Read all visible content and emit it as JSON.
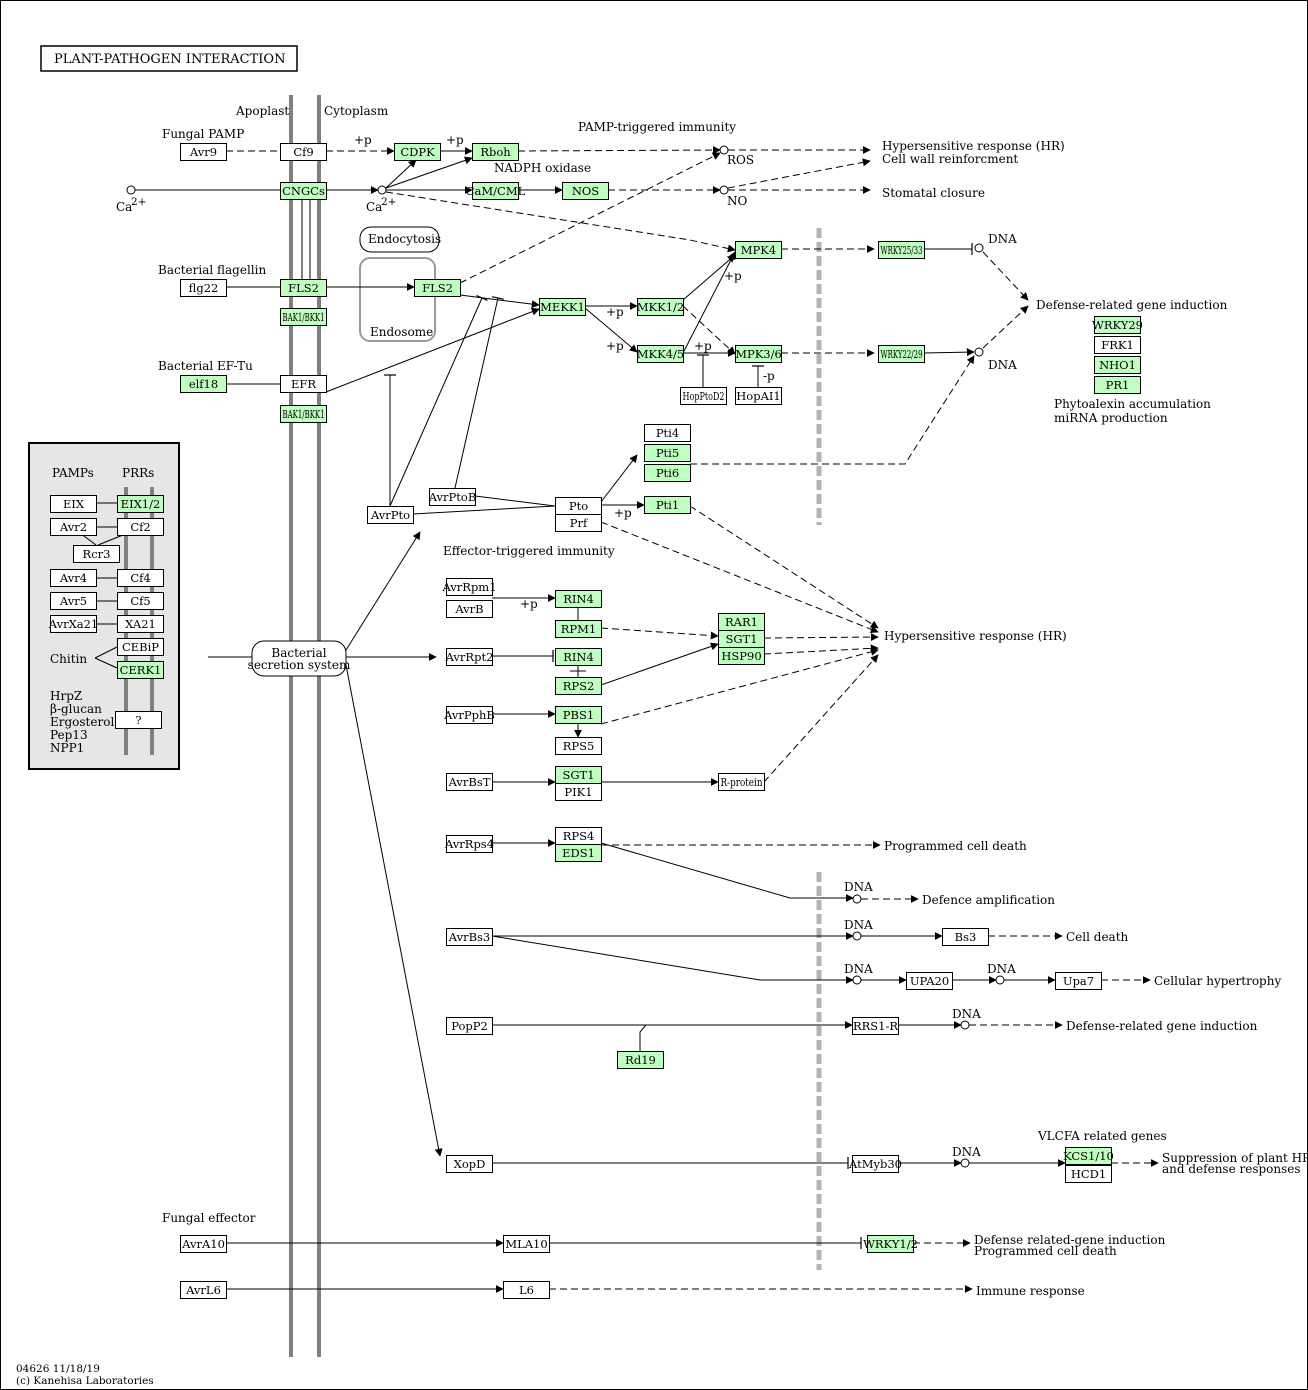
{
  "title": "PLANT-PATHOGEN  INTERACTION",
  "footer": {
    "map_id": "04626 11/18/19",
    "copyright": "(c) Kanehisa Laboratories"
  },
  "colors": {
    "gene_fill": "#bfffbf",
    "plain_fill": "#ffffff",
    "membrane": "#808080",
    "border": "#000000",
    "legend_bg": "#e6e6e6"
  },
  "nodes": {
    "avr9": {
      "label": "Avr9",
      "color": "#ffffff"
    },
    "cf9": {
      "label": "Cf9",
      "color": "#ffffff"
    },
    "cdpk": {
      "label": "CDPK",
      "color": "#bfffbf"
    },
    "rboh": {
      "label": "Rboh",
      "color": "#bfffbf"
    },
    "cngcs": {
      "label": "CNGCs",
      "color": "#bfffbf"
    },
    "calm": {
      "label": "CaM/CML",
      "color": "#bfffbf"
    },
    "nos": {
      "label": "NOS",
      "color": "#bfffbf"
    },
    "flg22": {
      "label": "flg22",
      "color": "#ffffff"
    },
    "fls2a": {
      "label": "FLS2",
      "color": "#bfffbf"
    },
    "fls2b": {
      "label": "FLS2",
      "color": "#bfffbf"
    },
    "bak1a": {
      "label": "BAK1/BKK1",
      "color": "#bfffbf"
    },
    "elf18": {
      "label": "elf18",
      "color": "#bfffbf"
    },
    "efr": {
      "label": "EFR",
      "color": "#ffffff"
    },
    "bak1b": {
      "label": "BAK1/BKK1",
      "color": "#bfffbf"
    },
    "mekk1": {
      "label": "MEKK1",
      "color": "#bfffbf"
    },
    "mkk12": {
      "label": "MKK1/2",
      "color": "#bfffbf"
    },
    "mkk45": {
      "label": "MKK4/5",
      "color": "#bfffbf"
    },
    "mpk4": {
      "label": "MPK4",
      "color": "#bfffbf"
    },
    "mpk36": {
      "label": "MPK3/6",
      "color": "#bfffbf"
    },
    "hopptod2": {
      "label": "HopPtoD2",
      "color": "#ffffff"
    },
    "hopai1": {
      "label": "HopAI1",
      "color": "#ffffff"
    },
    "wrky2533": {
      "label": "WRKY25/33",
      "color": "#bfffbf"
    },
    "wrky2229": {
      "label": "WRKY22/29",
      "color": "#bfffbf"
    },
    "wrky29": {
      "label": "WRKY29",
      "color": "#bfffbf"
    },
    "frk1": {
      "label": "FRK1",
      "color": "#ffffff"
    },
    "nho1": {
      "label": "NHO1",
      "color": "#bfffbf"
    },
    "pr1": {
      "label": "PR1",
      "color": "#bfffbf"
    },
    "pti4": {
      "label": "Pti4",
      "color": "#ffffff"
    },
    "pti5": {
      "label": "Pti5",
      "color": "#bfffbf"
    },
    "pti6": {
      "label": "Pti6",
      "color": "#bfffbf"
    },
    "pti1": {
      "label": "Pti1",
      "color": "#bfffbf"
    },
    "avrpto": {
      "label": "AvrPto",
      "color": "#ffffff"
    },
    "avrptob": {
      "label": "AvrPtoB",
      "color": "#ffffff"
    },
    "pto": {
      "label": "Pto",
      "color": "#ffffff"
    },
    "prf": {
      "label": "Prf",
      "color": "#ffffff"
    },
    "avrrpm1": {
      "label": "AvrRpm1",
      "color": "#ffffff"
    },
    "avrb": {
      "label": "AvrB",
      "color": "#ffffff"
    },
    "rin4a": {
      "label": "RIN4",
      "color": "#bfffbf"
    },
    "rpm1": {
      "label": "RPM1",
      "color": "#bfffbf"
    },
    "rar1": {
      "label": "RAR1",
      "color": "#bfffbf"
    },
    "sgt1a": {
      "label": "SGT1",
      "color": "#bfffbf"
    },
    "hsp90": {
      "label": "HSP90",
      "color": "#bfffbf"
    },
    "avrrpt2": {
      "label": "AvrRpt2",
      "color": "#ffffff"
    },
    "rin4b": {
      "label": "RIN4",
      "color": "#bfffbf"
    },
    "rps2": {
      "label": "RPS2",
      "color": "#bfffbf"
    },
    "avrpphb": {
      "label": "AvrPphB",
      "color": "#ffffff"
    },
    "pbs1": {
      "label": "PBS1",
      "color": "#bfffbf"
    },
    "rps5": {
      "label": "RPS5",
      "color": "#ffffff"
    },
    "avrbst": {
      "label": "AvrBsT",
      "color": "#ffffff"
    },
    "sgt1b": {
      "label": "SGT1",
      "color": "#bfffbf"
    },
    "pik1": {
      "label": "PIK1",
      "color": "#ffffff"
    },
    "rprotein": {
      "label": "R-protein",
      "color": "#ffffff"
    },
    "avrrps4": {
      "label": "AvrRps4",
      "color": "#ffffff"
    },
    "rps4": {
      "label": "RPS4",
      "color": "#ffffff"
    },
    "eds1": {
      "label": "EDS1",
      "color": "#bfffbf"
    },
    "avrbs3": {
      "label": "AvrBs3",
      "color": "#ffffff"
    },
    "bs3": {
      "label": "Bs3",
      "color": "#ffffff"
    },
    "upa20": {
      "label": "UPA20",
      "color": "#ffffff"
    },
    "upa7": {
      "label": "Upa7",
      "color": "#ffffff"
    },
    "popp2": {
      "label": "PopP2",
      "color": "#ffffff"
    },
    "rrs1r": {
      "label": "RRS1-R",
      "color": "#ffffff"
    },
    "rd19": {
      "label": "Rd19",
      "color": "#bfffbf"
    },
    "xopd": {
      "label": "XopD",
      "color": "#ffffff"
    },
    "atmyb30": {
      "label": "AtMyb30",
      "color": "#ffffff"
    },
    "kcs110": {
      "label": "KCS1/10",
      "color": "#bfffbf"
    },
    "hcd1": {
      "label": "HCD1",
      "color": "#ffffff"
    },
    "avra10": {
      "label": "AvrA10",
      "color": "#ffffff"
    },
    "mla10": {
      "label": "MLA10",
      "color": "#ffffff"
    },
    "wrky12": {
      "label": "WRKY1/2",
      "color": "#bfffbf"
    },
    "avrl6": {
      "label": "AvrL6",
      "color": "#ffffff"
    },
    "l6": {
      "label": "L6",
      "color": "#ffffff"
    },
    "eix": {
      "label": "EIX",
      "color": "#ffffff"
    },
    "eix12": {
      "label": "EIX1/2",
      "color": "#bfffbf"
    },
    "avr2": {
      "label": "Avr2",
      "color": "#ffffff"
    },
    "cf2": {
      "label": "Cf2",
      "color": "#ffffff"
    },
    "rcr3": {
      "label": "Rcr3",
      "color": "#ffffff"
    },
    "avr4": {
      "label": "Avr4",
      "color": "#ffffff"
    },
    "cf4": {
      "label": "Cf4",
      "color": "#ffffff"
    },
    "avr5": {
      "label": "Avr5",
      "color": "#ffffff"
    },
    "cf5": {
      "label": "Cf5",
      "color": "#ffffff"
    },
    "avrxa21": {
      "label": "AvrXa21",
      "color": "#ffffff"
    },
    "xa21": {
      "label": "XA21",
      "color": "#ffffff"
    },
    "cebip": {
      "label": "CEBiP",
      "color": "#ffffff"
    },
    "cerk1": {
      "label": "CERK1",
      "color": "#bfffbf"
    },
    "unknown": {
      "label": "?",
      "color": "#ffffff"
    }
  },
  "rounded_nodes": {
    "endocytosis": "Endocytosis",
    "endosome": "Endosome",
    "secretion_line1": "Bacterial",
    "secretion_line2": "secretion system"
  },
  "labels": {
    "apoplast": "Apoplast",
    "cytoplasm": "Cytoplasm",
    "fungal_pamp": "Fungal PAMP",
    "bacterial_flagellin": "Bacterial flagellin",
    "bacterial_eftu": "Bacterial EF-Tu",
    "fungal_effector": "Fungal effector",
    "pamp_triggered": "PAMP-triggered immunity",
    "effector_triggered": "Effector-triggered immunity",
    "nadph_oxidase": "NADPH oxidase",
    "ca_left": "Ca",
    "ca_mid": "Ca",
    "ca_sup": "2+",
    "ros": "ROS",
    "no": "NO",
    "hr1": "Hypersensitive response (HR)",
    "cell_wall": "Cell wall reinforcment",
    "stomatal": "Stomatal closure",
    "defense_gene": "Defense-related gene induction",
    "phytoalexin": "Phytoalexin accumulation",
    "mirna": "miRNA production",
    "hr2": "Hypersensitive response (HR)",
    "programmed_death1": "Programmed cell death",
    "defence_amp": "Defence amplification",
    "cell_death": "Cell death",
    "hypertrophy": "Cellular hypertrophy",
    "defense_gene2": "Defense-related gene induction",
    "vlcfa": "VLCFA related genes",
    "suppression1": "Suppression of plant HR",
    "suppression2": "and defense responses",
    "defense_gene3": "Defense related-gene induction",
    "programmed_death2": "Programmed cell death",
    "immune": "Immune response",
    "dna": "DNA",
    "plus_p": "+p",
    "minus_p": "-p",
    "pamps": "PAMPs",
    "prrs": "PRRs",
    "chitin": "Chitin",
    "hrpz": "HrpZ",
    "beta_glucan": "β-glucan",
    "ergosterol": "Ergosterol",
    "pep13": "Pep13",
    "npp1": "NPP1"
  }
}
